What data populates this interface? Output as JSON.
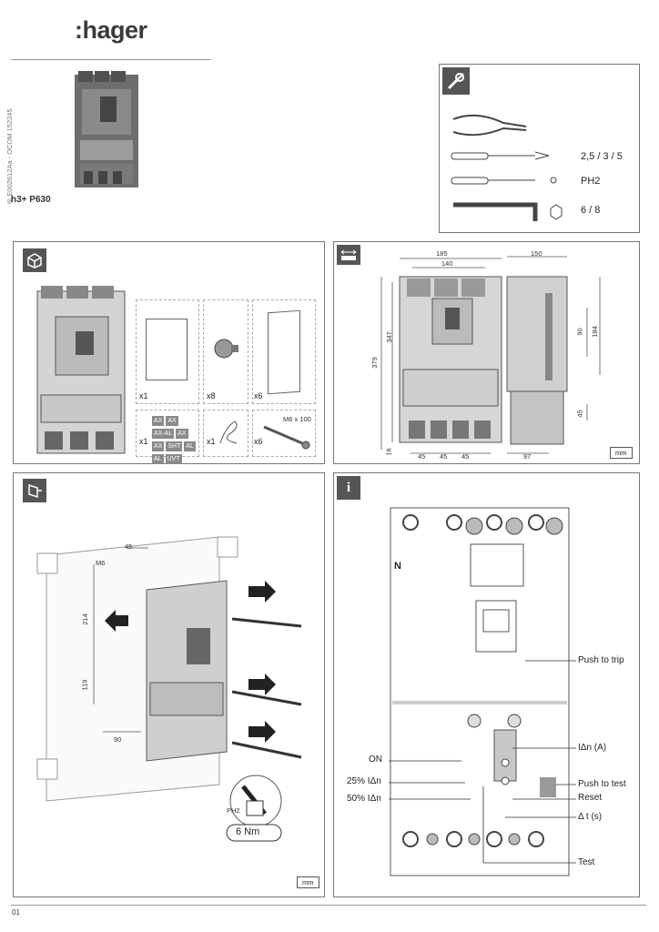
{
  "brand": {
    "logo": ":hager"
  },
  "document": {
    "code": "6LE002612Aa - OCOM 152245",
    "product": "h3+ P630",
    "page": "01"
  },
  "tools": {
    "badge_icon": "tools-icon",
    "screwdriver_flat_sizes": "2,5 / 3 / 5",
    "screwdriver_phillips": "PH2",
    "hex_key_sizes": "6 / 8"
  },
  "contents": {
    "badge_icon": "box-icon",
    "items": [
      {
        "qty": "x1",
        "name": "instruction-leaflet"
      },
      {
        "qty": "x8",
        "name": "terminal-screw"
      },
      {
        "qty": "x6",
        "name": "terminal-shield"
      },
      {
        "qty": "x1",
        "name": "auxiliary-labels"
      },
      {
        "qty": "x1",
        "name": "seal-wire"
      },
      {
        "qty": "x6",
        "name": "mounting-screw"
      }
    ],
    "aux_labels": [
      "AX",
      "AX",
      "AX-AL",
      "AX",
      "AX",
      "SHT",
      "AL",
      "AL",
      "UVT"
    ],
    "screw_spec": "M6 x 100"
  },
  "dimensions": {
    "badge_icon": "dimensions-icon",
    "front_width_outer": "185",
    "front_width_inner": "140",
    "height_total": "379",
    "height_inner": "347",
    "bottom_offset": "16",
    "pole_spacing": [
      "45",
      "45",
      "45"
    ],
    "side_depth": "150",
    "side_depth_lower": "97",
    "side_h1": "90",
    "side_h2": "184",
    "side_h3": "45",
    "unit": "mm"
  },
  "mounting": {
    "badge_icon": "mounting-icon",
    "top_spacing": "45",
    "screw_size": "M6",
    "height_a": "214",
    "height_b": "119",
    "width_c": "90",
    "tool": "PH2",
    "torque": "6 Nm",
    "unit": "mm"
  },
  "info": {
    "badge_icon": "info-icon",
    "badge_text": "i",
    "device_letter": "N",
    "labels_right": [
      "Push to trip",
      "IΔn (A)",
      "Push to test",
      "Reset",
      "Δ t (s)",
      "Test"
    ],
    "labels_left": [
      "ON",
      "25% IΔn",
      "50% IΔn"
    ]
  }
}
